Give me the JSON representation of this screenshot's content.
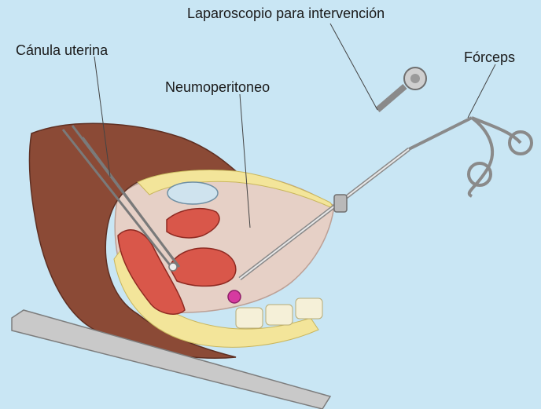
{
  "labels": {
    "laparoscopio": "Laparoscopio para intervención",
    "canula": "Cánula uterina",
    "neumoperitoneo": "Neumoperitoneo",
    "forceps": "Fórceps"
  },
  "colors": {
    "background": "#c9e6f4",
    "skin": "#8b4a36",
    "cavity": "#e8d2c9",
    "organ": "#d9574a",
    "fat": "#f3e59a",
    "instrument": "#c8c8c8",
    "table": "#c9c9c9"
  }
}
